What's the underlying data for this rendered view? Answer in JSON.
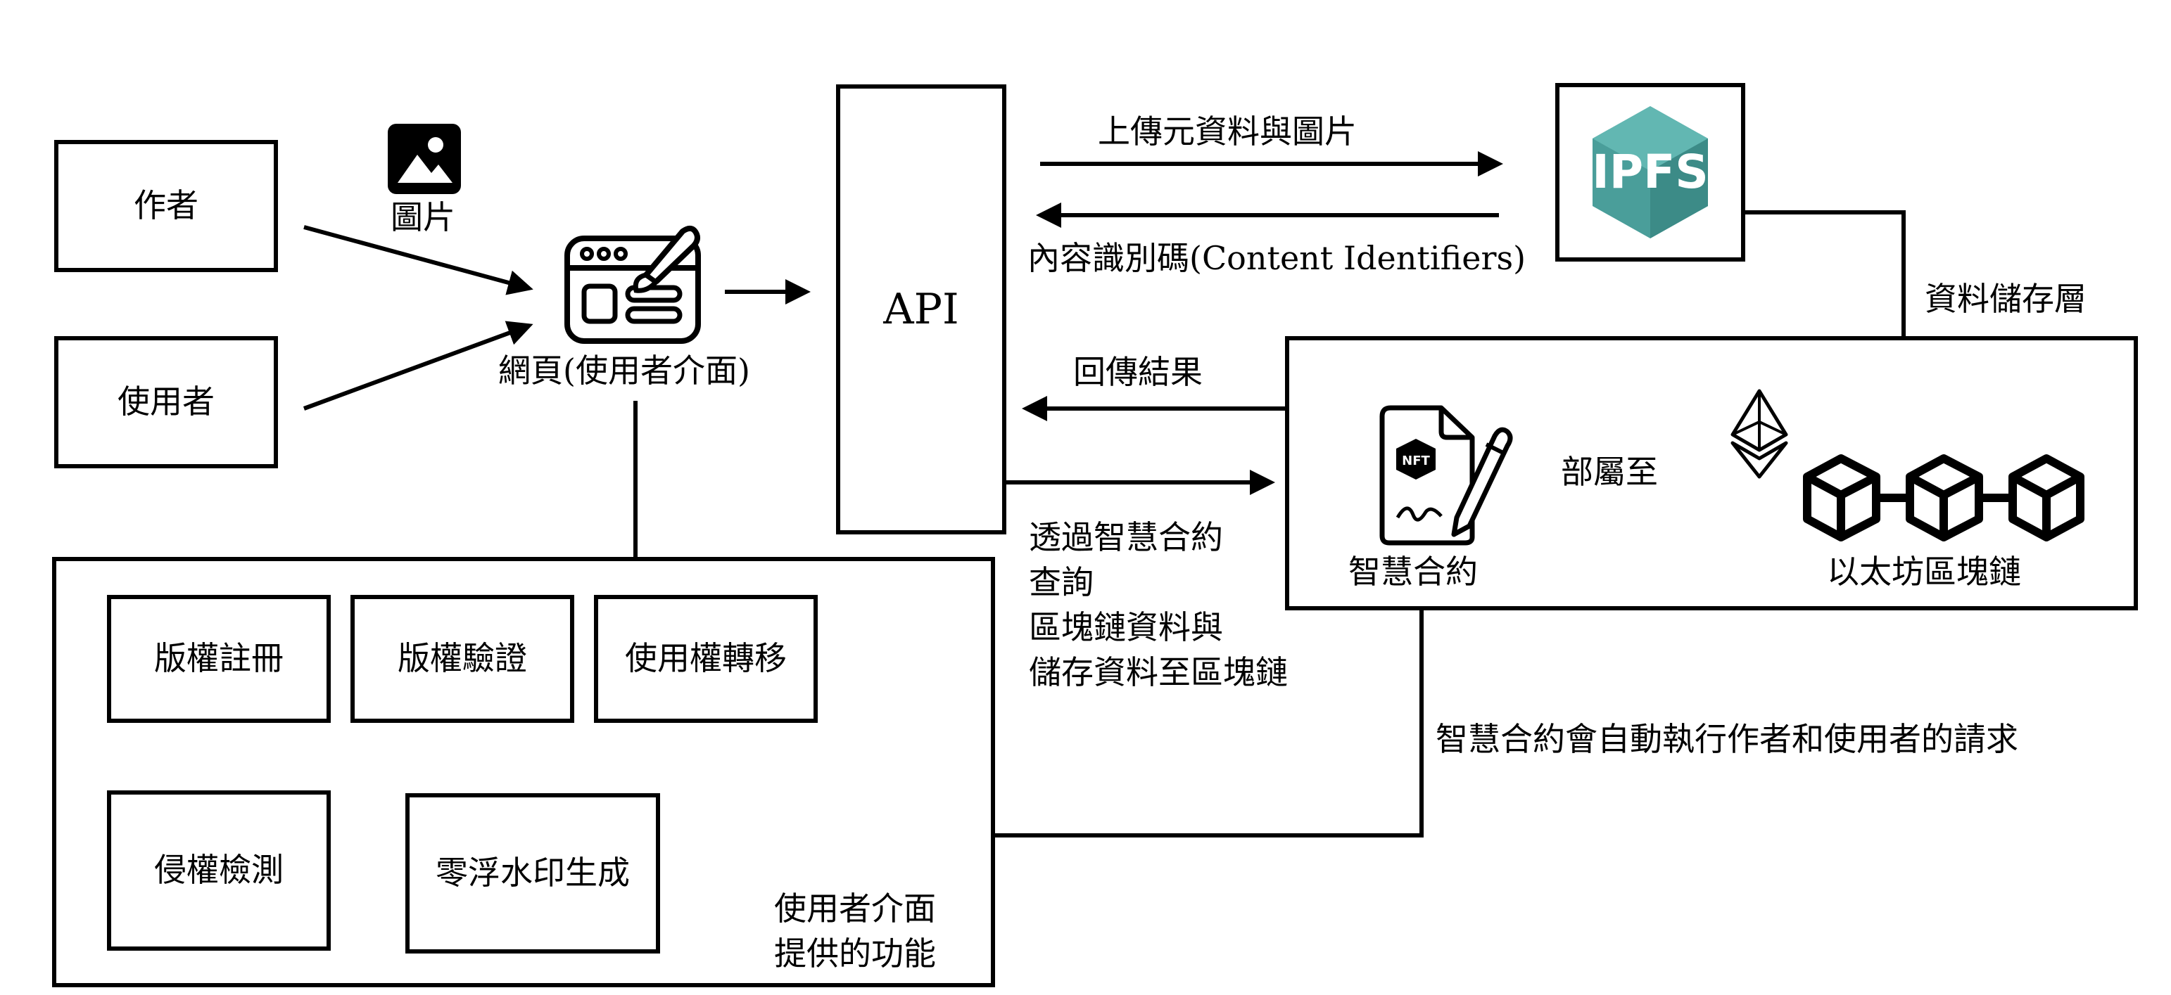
{
  "actors": {
    "author": "作者",
    "user": "使用者"
  },
  "image_label": "圖片",
  "webpage_label": "網頁(使用者介面)",
  "api_label": "API",
  "ipfs": {
    "logo_text": "IPFS",
    "upload_label": "上傳元資料與圖片",
    "cid_label": "內容識別碼(Content Identifiers)",
    "layer_label": "資料儲存層"
  },
  "return_label": "回傳結果",
  "query_label_lines": [
    "透過智慧合約",
    "查詢",
    "區塊鏈資料與",
    "儲存資料至區塊鏈"
  ],
  "contract": {
    "nft_text": "NFT",
    "label": "智慧合約",
    "deploy_label": "部屬至",
    "chain_label": "以太坊區塊鏈",
    "note": "智慧合約會自動執行作者和使用者的請求"
  },
  "functions": {
    "register": "版權註冊",
    "verify": "版權驗證",
    "transfer": "使用權轉移",
    "detect": "侵權檢測",
    "watermark": "零浮水印生成",
    "caption_lines": [
      "使用者介面",
      "提供的功能"
    ]
  }
}
